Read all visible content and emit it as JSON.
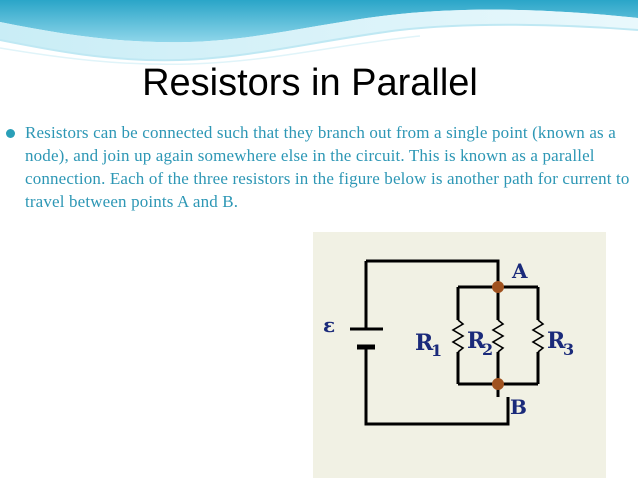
{
  "slide": {
    "title": "Resistors in Parallel",
    "bullet_text": "Resistors can be connected such that they branch out from a single point (known as a node), and join up again somewhere else in the circuit. This is known as a parallel connection. Each of the three resistors in the figure below is another path for current to travel between points A and B."
  },
  "diagram": {
    "emf_symbol": "ε",
    "r1_main": "R",
    "r1_sub": "1",
    "r2_main": "R",
    "r2_sub": "2",
    "r3_main": "R",
    "r3_sub": "3",
    "node_a": "A",
    "node_b": "B"
  },
  "colors": {
    "accent": "#2d97b5",
    "node": "#a0521f",
    "label": "#1a2a7a",
    "figure_bg": "#f1f1e4"
  }
}
